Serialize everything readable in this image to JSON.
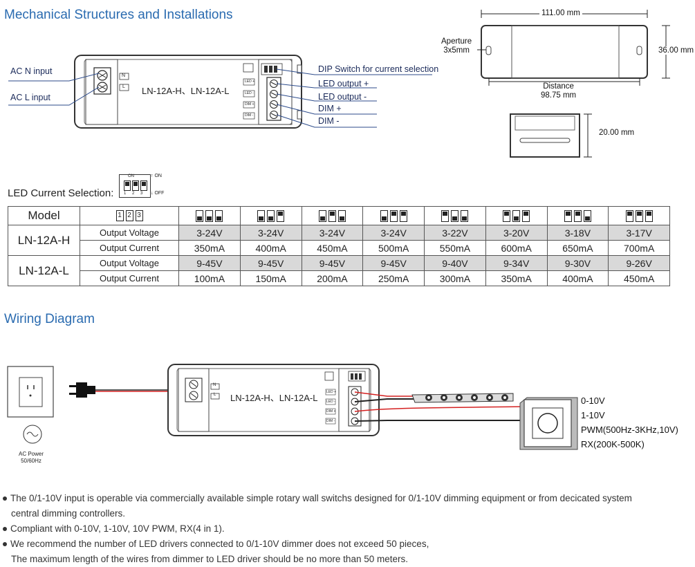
{
  "mechanical": {
    "title": "Mechanical Structures and Installations",
    "ac_n_label": "AC N input",
    "ac_l_label": "AC L input",
    "dip_label": "DIP Switch for current selection",
    "led_plus_label": "LED output +",
    "led_minus_label": "LED output -",
    "dim_plus_label": "DIM +",
    "dim_minus_label": "DIM -",
    "model_text": "LN-12A-H、LN-12A-L",
    "n_mark": "N",
    "l_mark": "L",
    "led_plus_mark": "LED +",
    "led_minus_mark": "LED -",
    "dim_plus_mark": "DIM +",
    "dim_minus_mark": "DIM -"
  },
  "dimensions": {
    "width": "111.00 mm",
    "height": "36.00 mm",
    "aperture_line1": "Aperture",
    "aperture_line2": "3x5mm",
    "distance_label": "Distance",
    "distance_value": "98.75 mm",
    "depth": "20.00 mm"
  },
  "current_selection": {
    "label": "LED Current Selection:",
    "on_label": "ON",
    "off_label": "OFF",
    "switch_on_text": "ON",
    "switch_numbers": [
      "1",
      "2",
      "3"
    ],
    "header_model": "Model",
    "switch_patterns": [
      [
        "off",
        "off",
        "off"
      ],
      [
        "off",
        "off",
        "on"
      ],
      [
        "off",
        "on",
        "off"
      ],
      [
        "off",
        "on",
        "on"
      ],
      [
        "on",
        "off",
        "off"
      ],
      [
        "on",
        "off",
        "on"
      ],
      [
        "on",
        "on",
        "off"
      ],
      [
        "on",
        "on",
        "on"
      ]
    ],
    "rows": [
      {
        "model": "LN-12A-H",
        "param": "Output Voltage",
        "values": [
          "3-24V",
          "3-24V",
          "3-24V",
          "3-24V",
          "3-22V",
          "3-20V",
          "3-18V",
          "3-17V"
        ]
      },
      {
        "model": "",
        "param": "Output Current",
        "values": [
          "350mA",
          "400mA",
          "450mA",
          "500mA",
          "550mA",
          "600mA",
          "650mA",
          "700mA"
        ]
      },
      {
        "model": "LN-12A-L",
        "param": "Output Voltage",
        "values": [
          "9-45V",
          "9-45V",
          "9-45V",
          "9-45V",
          "9-40V",
          "9-34V",
          "9-30V",
          "9-26V"
        ]
      },
      {
        "model": "",
        "param": "Output Current",
        "values": [
          "100mA",
          "150mA",
          "200mA",
          "250mA",
          "300mA",
          "350mA",
          "400mA",
          "450mA"
        ]
      }
    ]
  },
  "wiring": {
    "title": "Wiring Diagram",
    "model_text": "LN-12A-H、LN-12A-L",
    "ac_power_line1": "AC Power",
    "ac_power_line2": "50/60Hz",
    "dimmer_modes": [
      "0-10V",
      "1-10V",
      "PWM(500Hz-3KHz,10V)",
      "RX(200K-500K)"
    ]
  },
  "notes": {
    "n1_line1": "The 0/1-10V input is operable via commercially available simple rotary wall switchs designed for 0/1-10V dimming equipment or from decicated system",
    "n1_line2": "central dimming controllers.",
    "n2": "Compliant with 0-10V, 1-10V, 10V PWM, RX(4 in 1).",
    "n3_line1": "We recommend the number of LED drivers connected to 0/1-10V dimmer does not exceed 50 pieces,",
    "n3_line2": "The maximum length of the wires from dimmer to LED driver should be no more than 50 meters."
  },
  "colors": {
    "title_blue": "#2a6bb0",
    "callout_line": "#2b4a8a",
    "wire_red": "#d42020",
    "table_gray": "#d9d9d9"
  }
}
